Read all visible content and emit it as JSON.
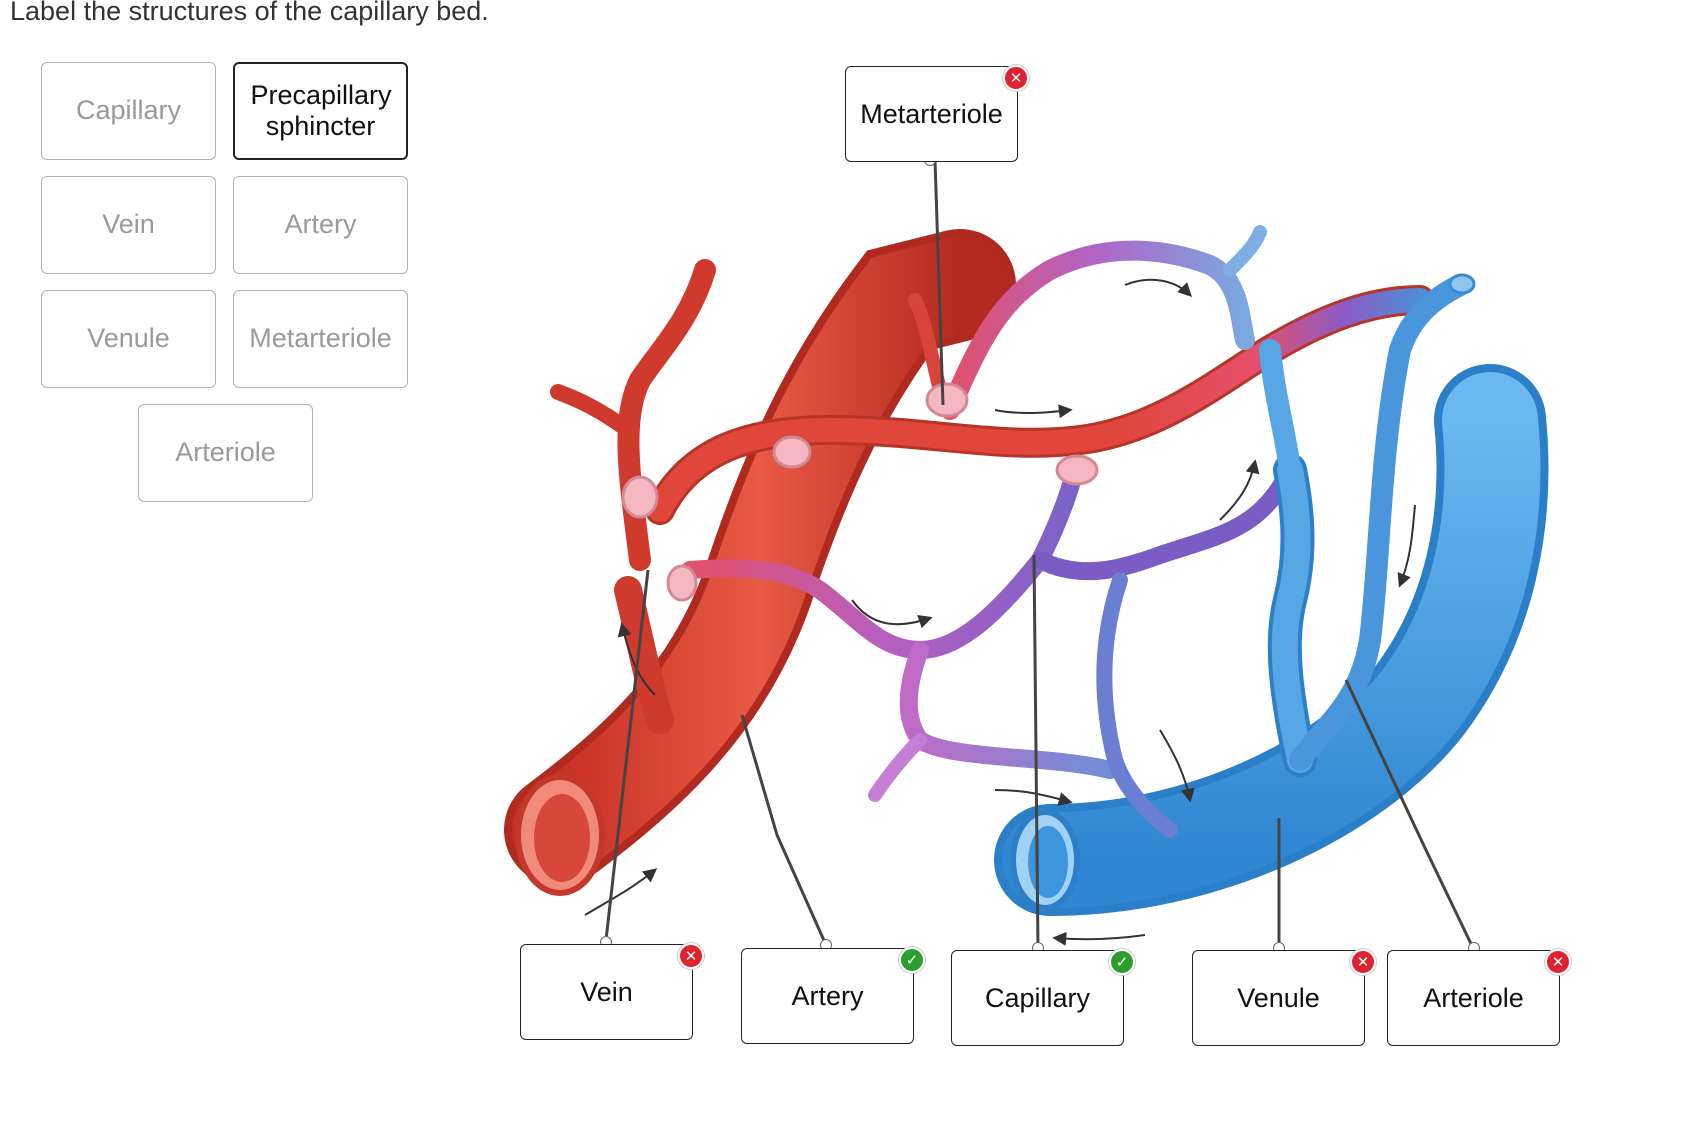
{
  "instruction": "Label the structures of the capillary bed.",
  "word_bank": {
    "tiles": [
      {
        "label": "Capillary",
        "state": "used"
      },
      {
        "label": "Precapillary sphincter",
        "state": "available"
      },
      {
        "label": "Vein",
        "state": "used"
      },
      {
        "label": "Artery",
        "state": "used"
      },
      {
        "label": "Venule",
        "state": "used"
      },
      {
        "label": "Metarteriole",
        "state": "used"
      },
      {
        "label": "Arteriole",
        "state": "used"
      }
    ]
  },
  "targets": [
    {
      "label": "Metarteriole",
      "status": "incorrect"
    },
    {
      "label": "Vein",
      "status": "incorrect"
    },
    {
      "label": "Artery",
      "status": "correct"
    },
    {
      "label": "Capillary",
      "status": "correct"
    },
    {
      "label": "Venule",
      "status": "incorrect"
    },
    {
      "label": "Arteriole",
      "status": "incorrect"
    }
  ],
  "status_icons": {
    "incorrect": "x-circle-icon",
    "correct": "check-circle-icon"
  },
  "colors": {
    "incorrect": "#e0212f",
    "correct": "#2e9c2e",
    "artery": "#d9402f",
    "vein": "#4a9fe0",
    "capillary_mix": "#8a5cc2",
    "sphincter": "#f2aeb8"
  }
}
